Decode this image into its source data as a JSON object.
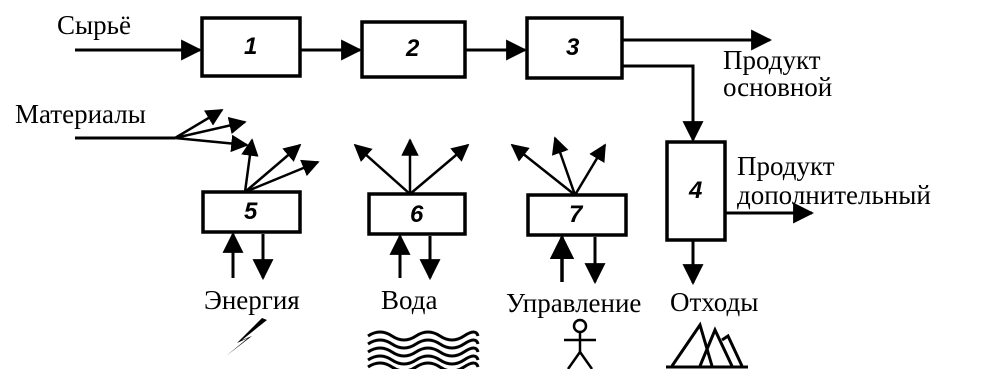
{
  "inputs": {
    "raw": "Сырьё",
    "materials": "Материалы"
  },
  "outputs": {
    "main_product_line1": "Продукт",
    "main_product_line2": "основной",
    "by_product_line1": "Продукт",
    "by_product_line2": "дополнительный",
    "waste": "Отходы"
  },
  "resources": {
    "energy": "Энергия",
    "water": "Вода",
    "control": "Управление"
  },
  "blocks": [
    "1",
    "2",
    "3",
    "4",
    "5",
    "6",
    "7"
  ],
  "icons": [
    "lightning-icon",
    "waves-icon",
    "person-icon",
    "waste-heap-icon"
  ],
  "colors": {
    "ink": "#000000",
    "background": "#ffffff"
  }
}
